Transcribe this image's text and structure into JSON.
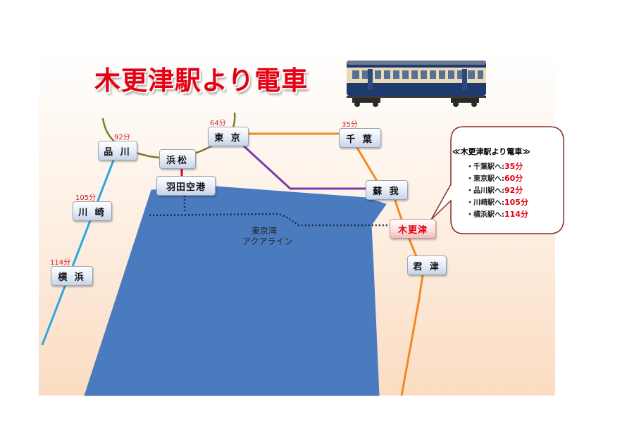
{
  "title": "木更津駅より電車",
  "stations": {
    "shinagawa": "品 川",
    "hamamatsu": "浜松",
    "tokyo": "東 京",
    "chiba": "千 葉",
    "haneda": "羽田空港",
    "soga": "蘇 我",
    "kawasaki": "川 崎",
    "kisarazu": "木更津",
    "yokohama": "横 浜",
    "kimitsu": "君 津"
  },
  "times": {
    "shinagawa": "92分",
    "tokyo": "64分",
    "chiba": "35分",
    "kawasaki": "105分",
    "yokohama": "114分"
  },
  "aqualine": {
    "line1": "東京湾",
    "line2": "アクアライン"
  },
  "callout": {
    "heading": "≪木更津駅より電車≫",
    "items": [
      {
        "label": "・千葉駅へ:",
        "value": "35分"
      },
      {
        "label": "・東京駅へ:",
        "value": "60分"
      },
      {
        "label": "・品川駅へ:",
        "value": "92分"
      },
      {
        "label": "・川崎駅へ:",
        "value": "105分"
      },
      {
        "label": "・横浜駅へ:",
        "value": "114分"
      }
    ]
  },
  "colors": {
    "bay": "#4a7bbf",
    "tokaido_line": "#2aa8e0",
    "yamanote_line": "#7a7a30",
    "sobu_uchibo_line": "#f08a24",
    "keiyo_line": "#7a3ca8",
    "monorail": "#e60012",
    "accent_red": "#e60012"
  }
}
